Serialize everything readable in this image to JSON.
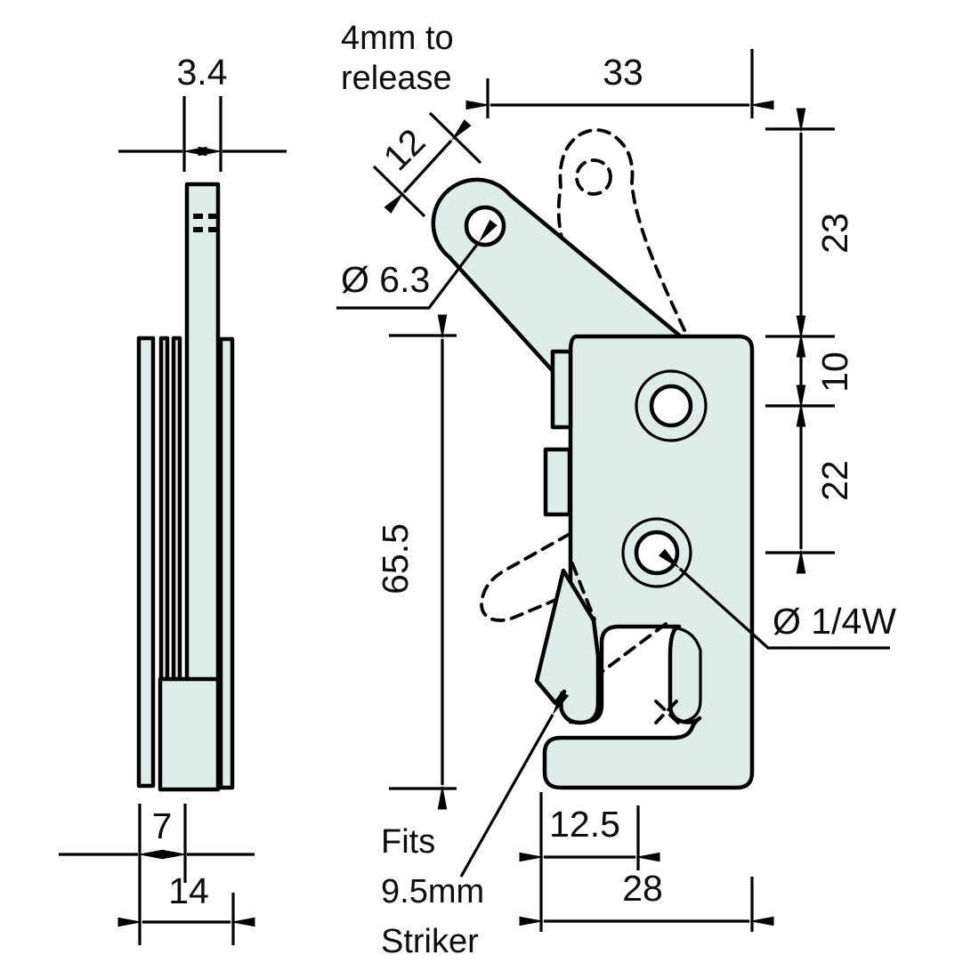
{
  "drawing": {
    "type": "engineering-dimension-drawing",
    "part": "over-centre latch catch plate with release lever",
    "colors": {
      "part_fill": "#dfecea",
      "line_color": "#000000",
      "background": "#ffffff"
    },
    "side_view": {
      "blade_thickness": "3.4",
      "pawl_width": "7",
      "overall_width": "14"
    },
    "front_view": {
      "release_note_line1": "4mm to",
      "release_note_line2": "release",
      "top_width": "33",
      "lever_width": "12",
      "lever_hole_dia": "Ø 6.3",
      "lever_raise_height": "23",
      "top_hole_offset": "10",
      "hole_spacing": "22",
      "overall_height": "65.5",
      "mount_hole_dia": "Ø 1/4W",
      "striker_note_line1": "Fits",
      "striker_note_line2": "9.5mm",
      "striker_note_line3": "Striker",
      "slot_offset": "12.5",
      "base_width": "28"
    }
  }
}
